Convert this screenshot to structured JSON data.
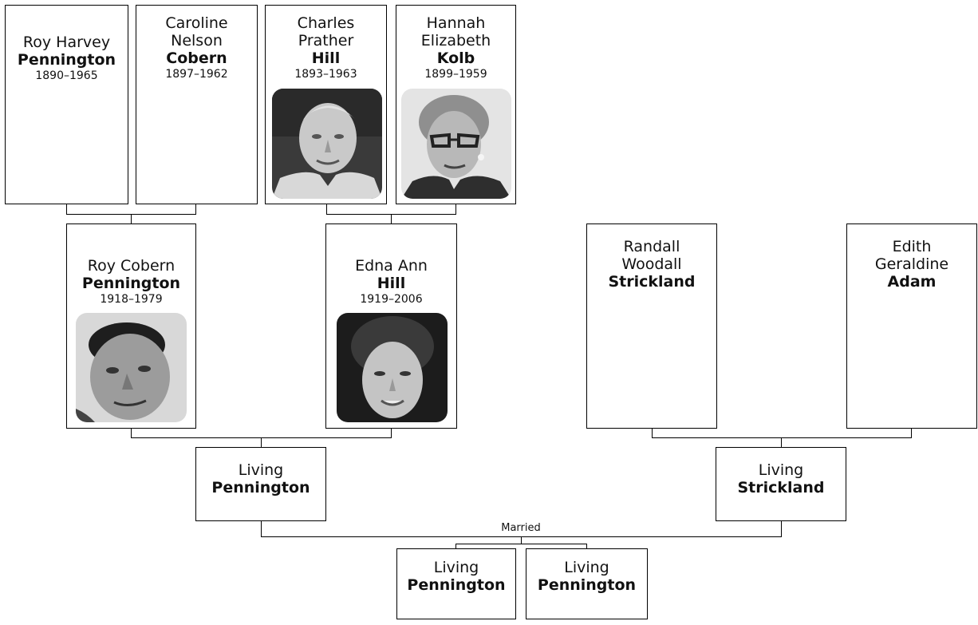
{
  "people": {
    "roy_harvey": {
      "given": [
        "Roy Harvey"
      ],
      "surname": "Pennington",
      "dates": "1890–1965"
    },
    "caroline": {
      "given": [
        "Caroline",
        "Nelson"
      ],
      "surname": "Cobern",
      "dates": "1897–1962"
    },
    "charles": {
      "given": [
        "Charles",
        "Prather"
      ],
      "surname": "Hill",
      "dates": "1893–1963",
      "photo": "portrait-older-man"
    },
    "hannah": {
      "given": [
        "Hannah",
        "Elizabeth"
      ],
      "surname": "Kolb",
      "dates": "1899–1959",
      "photo": "portrait-older-woman-glasses"
    },
    "roy_cobern": {
      "given": [
        "Roy Cobern"
      ],
      "surname": "Pennington",
      "dates": "1918–1979",
      "photo": "portrait-man"
    },
    "edna": {
      "given": [
        "Edna Ann"
      ],
      "surname": "Hill",
      "dates": "1919–2006",
      "photo": "portrait-woman"
    },
    "randall": {
      "given": [
        "Randall",
        "Woodall"
      ],
      "surname": "Strickland"
    },
    "edith": {
      "given": [
        "Edith",
        "Geraldine"
      ],
      "surname": "Adam"
    },
    "living_pennington": {
      "given": [
        "Living"
      ],
      "surname": "Pennington"
    },
    "living_strickland": {
      "given": [
        "Living"
      ],
      "surname": "Strickland"
    },
    "child_1": {
      "given": [
        "Living"
      ],
      "surname": "Pennington"
    },
    "child_2": {
      "given": [
        "Living"
      ],
      "surname": "Pennington"
    }
  },
  "married_label": "Married"
}
